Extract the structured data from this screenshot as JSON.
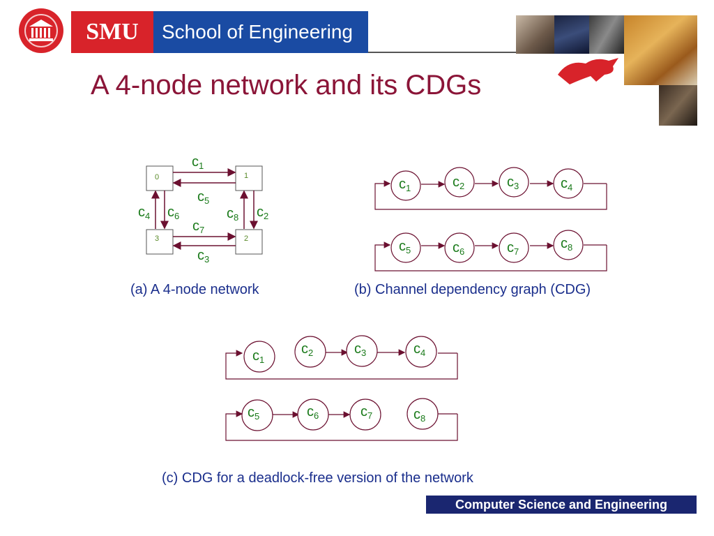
{
  "header": {
    "smu": "SMU",
    "school": "School of Engineering"
  },
  "title": "A 4-node network and its CDGs",
  "network": {
    "nodes": [
      "0",
      "1",
      "3",
      "2"
    ],
    "channels": {
      "c1": "c",
      "c1_sub": "1",
      "c5": "c",
      "c5_sub": "5",
      "c4": "c",
      "c4_sub": "4",
      "c6": "c",
      "c6_sub": "6",
      "c8": "c",
      "c8_sub": "8",
      "c2": "c",
      "c2_sub": "2",
      "c7": "c",
      "c7_sub": "7",
      "c3": "c",
      "c3_sub": "3"
    },
    "caption": "(a) A 4-node network"
  },
  "cdg_b": {
    "row1": [
      {
        "c": "c",
        "s": "1"
      },
      {
        "c": "c",
        "s": "2"
      },
      {
        "c": "c",
        "s": "3"
      },
      {
        "c": "c",
        "s": "4"
      }
    ],
    "row2": [
      {
        "c": "c",
        "s": "5"
      },
      {
        "c": "c",
        "s": "6"
      },
      {
        "c": "c",
        "s": "7"
      },
      {
        "c": "c",
        "s": "8"
      }
    ],
    "caption": "(b) Channel dependency graph (CDG)"
  },
  "cdg_c": {
    "row1": [
      {
        "c": "c",
        "s": "1"
      },
      {
        "c": "c",
        "s": "2"
      },
      {
        "c": "c",
        "s": "3"
      },
      {
        "c": "c",
        "s": "4"
      }
    ],
    "row2": [
      {
        "c": "c",
        "s": "5"
      },
      {
        "c": "c",
        "s": "6"
      },
      {
        "c": "c",
        "s": "7"
      },
      {
        "c": "c",
        "s": "8"
      }
    ],
    "caption": "(c) CDG for a deadlock-free version of the network"
  },
  "footer": "Computer Science and Engineering",
  "colors": {
    "title": "#8b1538",
    "line": "#6b1030",
    "label": "#1a7a1a",
    "caption": "#1a2e8c",
    "smu_red": "#d8232a",
    "soe_blue": "#1a4ba3",
    "footer_bg": "#1a2670"
  }
}
